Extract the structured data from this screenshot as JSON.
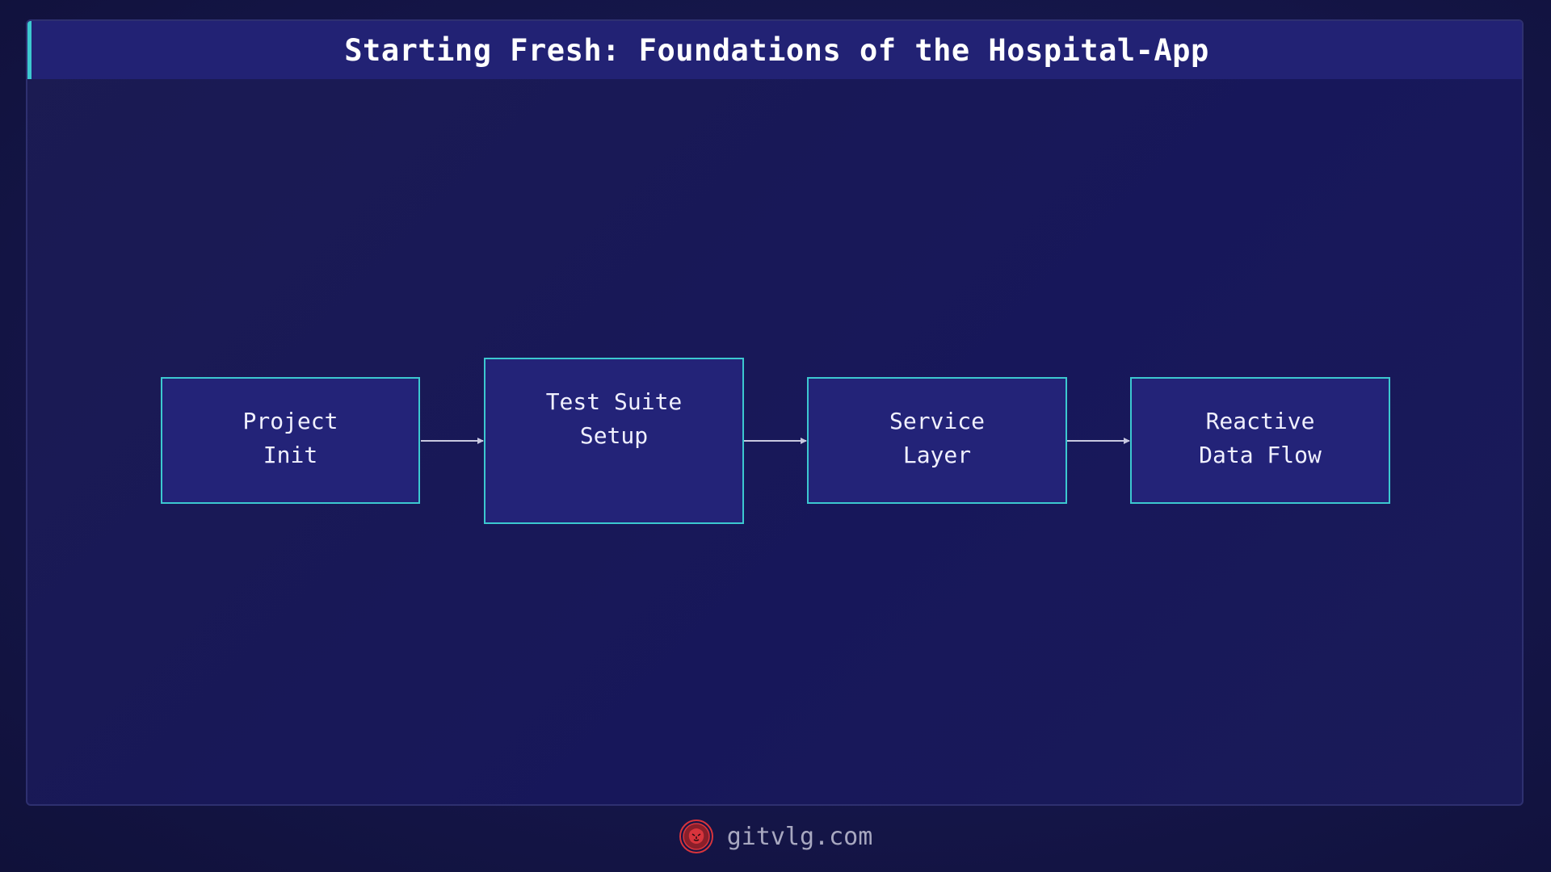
{
  "title": "Starting Fresh: Foundations of the Hospital-App",
  "nodes": [
    {
      "label": "Project\nInit"
    },
    {
      "label": "Test Suite\nSetup"
    },
    {
      "label": "Service\nLayer"
    },
    {
      "label": "Reactive\nData Flow"
    }
  ],
  "footer": {
    "site": "gitvlg.com",
    "logo_icon": "lion-crest-icon"
  },
  "colors": {
    "background": "#15164a",
    "node_fill": "#232378",
    "node_border": "#3cc8d0",
    "title_bar": "#222274",
    "arrow": "#c8c8e0",
    "logo": "#d8343c"
  }
}
